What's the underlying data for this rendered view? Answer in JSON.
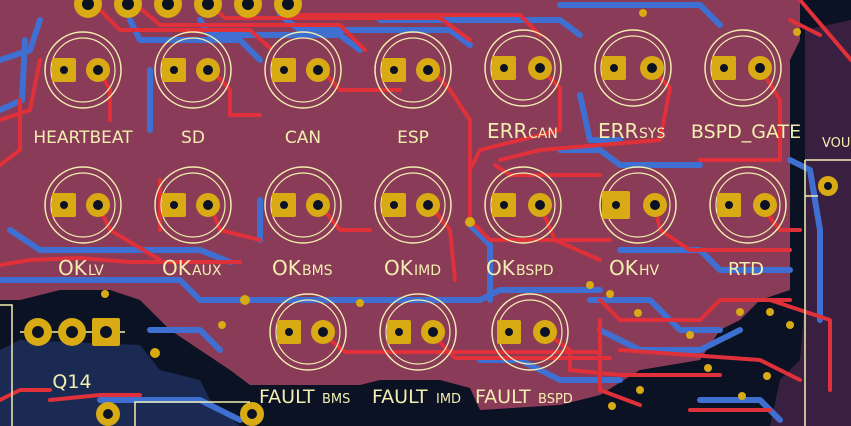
{
  "board": {
    "colors": {
      "background": "#0a1224",
      "copper_fill": "#8a3b57",
      "trace_red": "#e0303a",
      "trace_blue": "#3f6fd1",
      "pad": "#d8aa14",
      "silk": "#f2eeb0"
    },
    "labels": {
      "heartbeat": "HEARTBEAT",
      "sd": "SD",
      "can": "CAN",
      "esp": "ESP",
      "err": "ERR",
      "can_sub": "CAN",
      "sys_sub": "SYS",
      "bspd_gate": "BSPD_GATE",
      "ok": "OK",
      "lv_sub": "LV",
      "aux_sub": "AUX",
      "bms_sub": "BMS",
      "imd_sub": "IMD",
      "bspd_sub": "BSPD",
      "hv_sub": "HV",
      "rtd": "RTD",
      "fault": "FAULT",
      "q14": "Q14",
      "vout_partial": "VOU"
    },
    "icons": [
      "led-footprint-icon",
      "via-icon",
      "transistor-footprint-icon"
    ]
  }
}
